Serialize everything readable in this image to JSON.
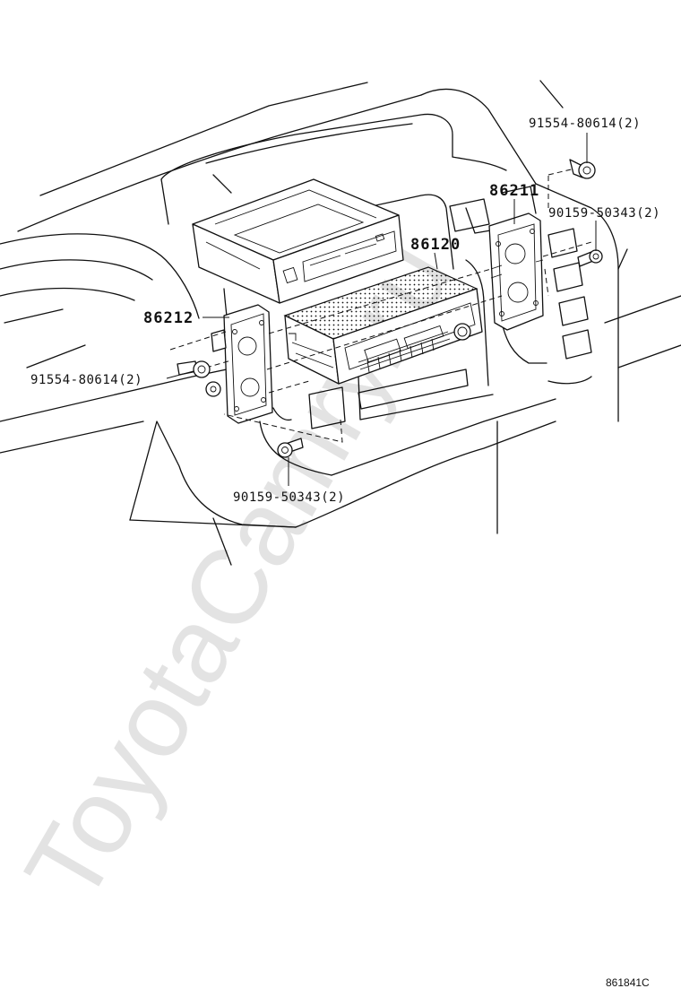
{
  "watermark": "ToyotaCamry.ru",
  "labels": {
    "radio_receiver": "86120",
    "bracket_right": "86211",
    "bracket_left": "86212",
    "screw_top_right": "91554-80614(2)",
    "bolt_right": "90159-50343(2)",
    "screw_left": "91554-80614(2)",
    "bolt_bottom": "90159-50343(2)"
  },
  "figure_code": "861841C"
}
